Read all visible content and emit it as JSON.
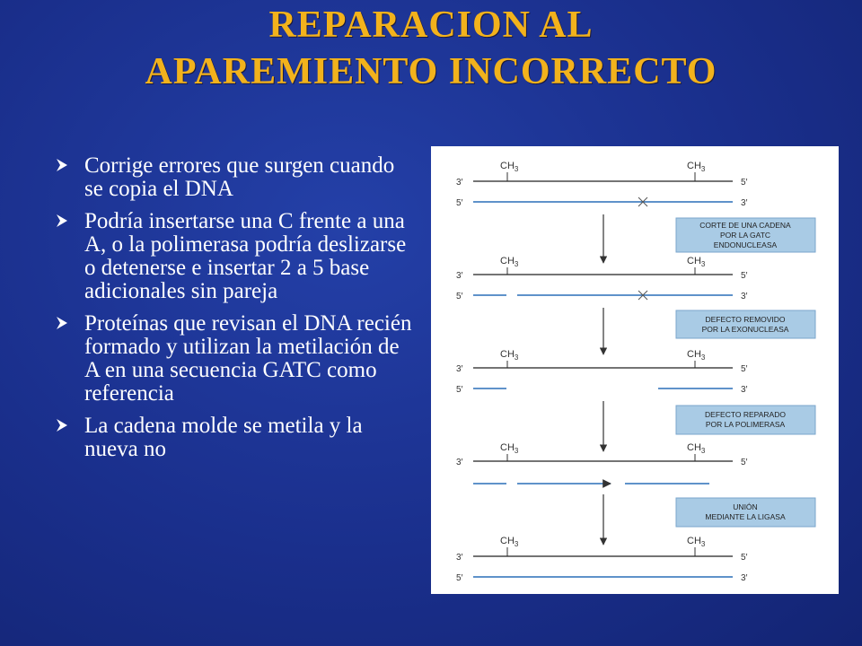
{
  "slide": {
    "title_line1": "REPARACION AL",
    "title_line2": "APAREMIENTO INCORRECTO",
    "bullets": [
      "Corrige errores que surgen cuando se copia el DNA",
      "Podría insertarse una C frente a una A, o la polimerasa podría deslizarse o detenerse e insertar 2 a 5 base adicionales sin pareja",
      "Proteínas que revisan el DNA recién formado y utilizan la metilación de A en una secuencia GATC  como referencia",
      "La cadena molde se metila y la nueva  no"
    ]
  },
  "diagram": {
    "methyl_label": "CH",
    "methyl_sub": "3",
    "end_3": "3′",
    "end_5": "5′",
    "steps": [
      {
        "line1": "CORTE DE UNA CADENA",
        "line2": "POR LA GATC",
        "line3": "ENDONUCLEASA"
      },
      {
        "line1": "DEFECTO REMOVIDO",
        "line2": "POR LA EXONUCLEASA"
      },
      {
        "line1": "DEFECTO REPARADO",
        "line2": "POR LA POLIMERASA"
      },
      {
        "line1": "UNIÓN",
        "line2": "MEDIANTE LA LIGASA"
      }
    ]
  },
  "colors": {
    "title": "#f2b21c",
    "template_strand": "#222222",
    "new_strand": "#2a6fb8",
    "label_box": "#a9cbe5"
  }
}
